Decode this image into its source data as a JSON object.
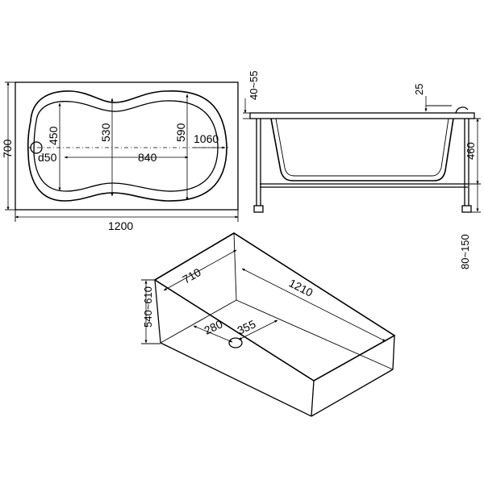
{
  "plan_view": {
    "width_label": "1200",
    "height_label": "700",
    "inner_length_label": "1060",
    "center_length_label": "840",
    "left_width_label": "450",
    "middle_width_label": "530",
    "right_width_label": "590",
    "drain_label": "d50"
  },
  "side_view": {
    "rim_height_label": "40~55",
    "rim_offset_label": "25",
    "depth_label": "460",
    "legs_label": "80~150"
  },
  "frame_view": {
    "width_label": "710",
    "length_label": "1210",
    "height_label": "540~610",
    "drain_x_label": "280",
    "drain_y_label": "355"
  }
}
